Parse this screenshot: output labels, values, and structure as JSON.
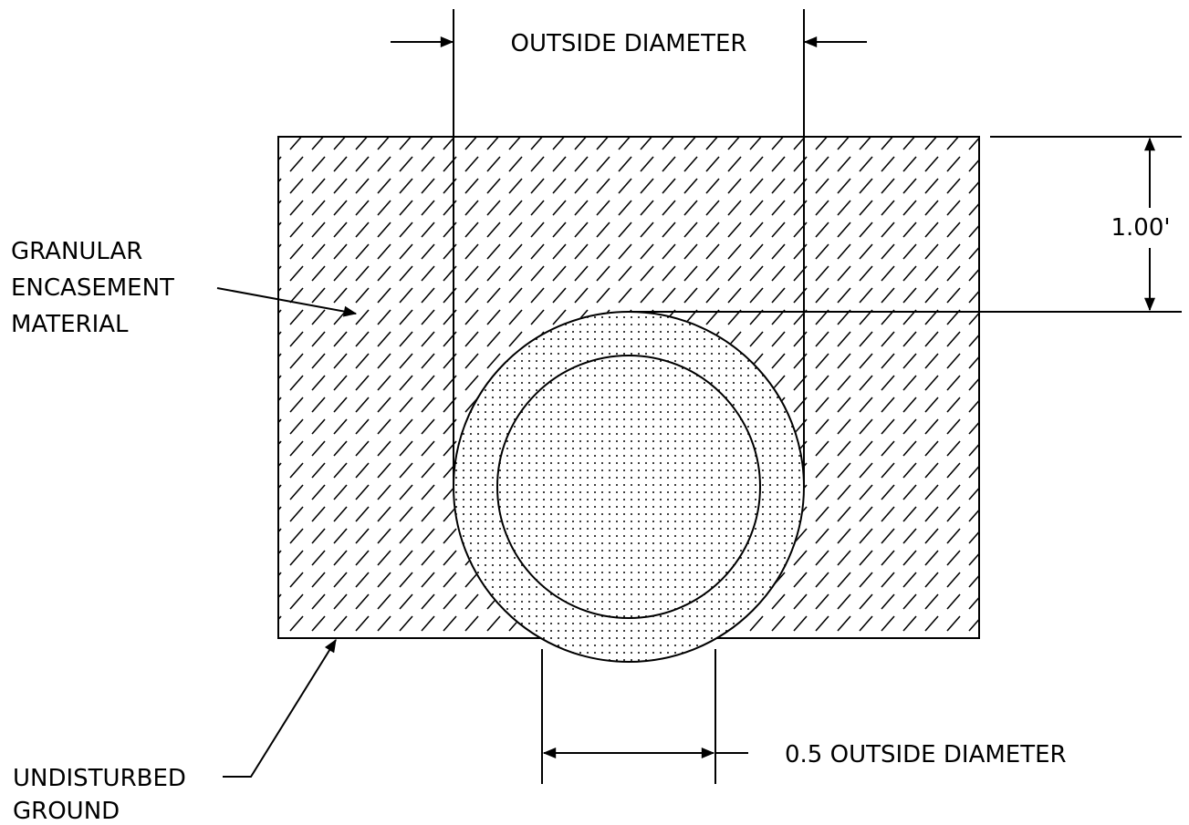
{
  "labels": {
    "outside_diameter": "OUTSIDE DIAMETER",
    "cover_depth": "1.00'",
    "granular_line1": "GRANULAR",
    "granular_line2": "ENCASEMENT",
    "granular_line3": "MATERIAL",
    "half_diameter": "0.5 OUTSIDE DIAMETER",
    "undisturbed_line1": "UNDISTURBED",
    "undisturbed_line2": "GROUND"
  },
  "colors": {
    "line": "#000000",
    "background": "#ffffff"
  }
}
